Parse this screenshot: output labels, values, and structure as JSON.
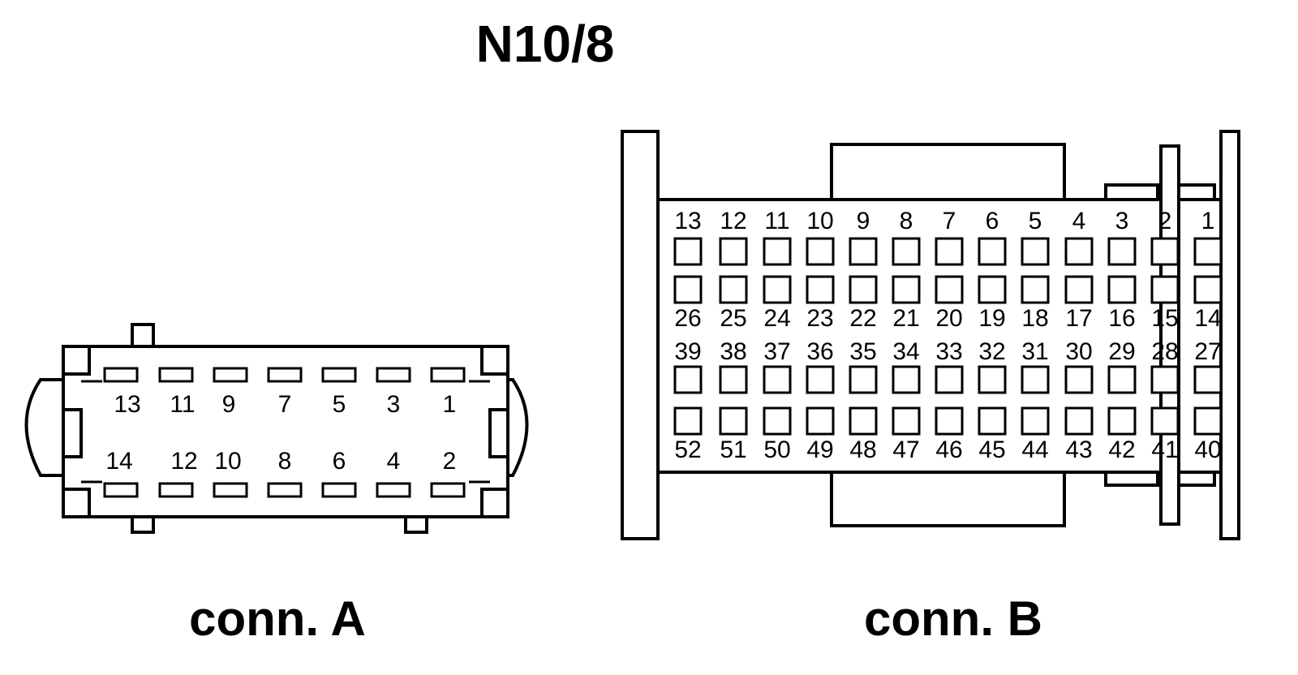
{
  "title": "N10/8",
  "colors": {
    "ink": "#000000",
    "background": "#ffffff"
  },
  "connector_a": {
    "label": "conn. A",
    "top_row": [
      "13",
      "11",
      "9",
      "7",
      "5",
      "3",
      "1"
    ],
    "bottom_row": [
      "14",
      "12",
      "10",
      "8",
      "6",
      "4",
      "2"
    ]
  },
  "connector_b": {
    "label": "conn. B",
    "rows": [
      [
        "13",
        "12",
        "11",
        "10",
        "9",
        "8",
        "7",
        "6",
        "5",
        "4",
        "3",
        "2",
        "1"
      ],
      [
        "26",
        "25",
        "24",
        "23",
        "22",
        "21",
        "20",
        "19",
        "18",
        "17",
        "16",
        "15",
        "14"
      ],
      [
        "39",
        "38",
        "37",
        "36",
        "35",
        "34",
        "33",
        "32",
        "31",
        "30",
        "29",
        "28",
        "27"
      ],
      [
        "52",
        "51",
        "50",
        "49",
        "48",
        "47",
        "46",
        "45",
        "44",
        "43",
        "42",
        "41",
        "40"
      ]
    ]
  }
}
